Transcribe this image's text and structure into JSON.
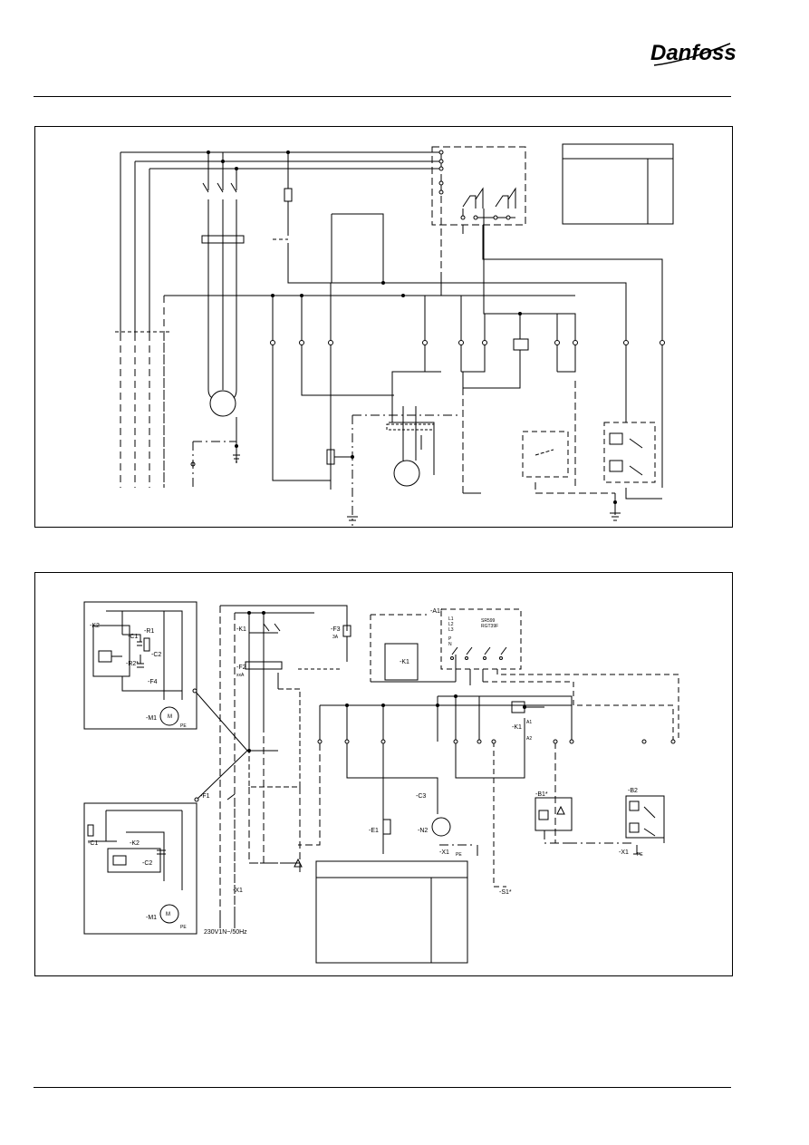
{
  "brand": {
    "logo_text": "Danfoss"
  },
  "diagram2": {
    "labels": {
      "K2": "-K2",
      "R1": "-R1",
      "C1": "-C1",
      "C2": "-C2",
      "R2": "-R2*",
      "F4": "-F4",
      "M1": "-M1",
      "C1b": "-C1",
      "K2b": "-K2",
      "C2b": "-C2",
      "M1b": "-M1",
      "K1": "-K1",
      "F2": "-F2",
      "F2rating": "xxA",
      "F3": "-F3",
      "F3rating": "3A",
      "K1coil": "-K1",
      "A1": "-A1*",
      "K1b": "-K1",
      "C3": "-C3",
      "E1": "-E1",
      "N2": "-N2",
      "X1a": "-X1",
      "X1b": "-X1",
      "X1c": "-X1",
      "F1": "-F1",
      "B1": "-B1*",
      "B2": "-B2",
      "S1": "-S1*",
      "supply": "230V1N~/50Hz",
      "A1_L1": "L1",
      "A1_L2": "L2",
      "A1_L3": "L3",
      "A1_P": "P",
      "A1_N": "N",
      "A1_model1": "SR599",
      "A1_model2": "RGT39F",
      "PE": "PE",
      "M": "M",
      "A1t": "A1",
      "A2t": "A2"
    }
  }
}
